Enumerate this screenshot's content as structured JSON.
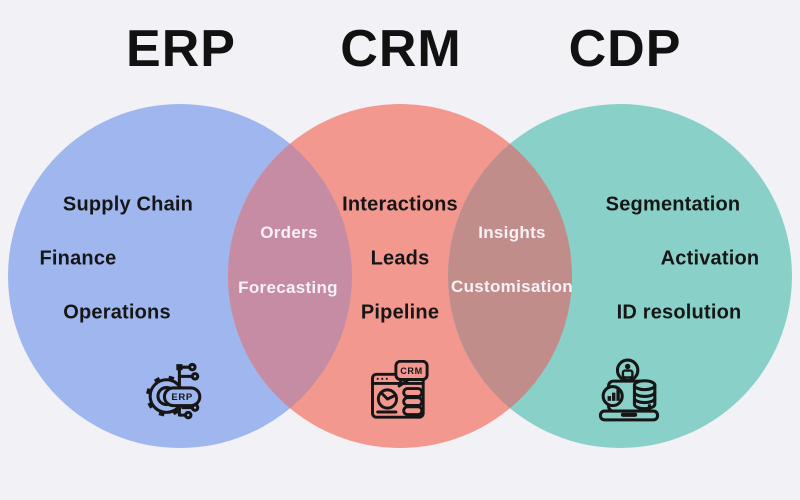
{
  "background_color": "#f2f2f6",
  "venn": {
    "sets": [
      {
        "title": "ERP",
        "circle_color": "#9fb6ee",
        "items": [
          "Supply Chain",
          "Finance",
          "Operations"
        ],
        "icon": "erp-gear-circuit-icon",
        "icon_label": "ERP"
      },
      {
        "title": "CRM",
        "circle_color": "#f2988f",
        "items": [
          "Interactions",
          "Leads",
          "Pipeline"
        ],
        "icon": "crm-browser-bubble-icon",
        "icon_label": "CRM"
      },
      {
        "title": "CDP",
        "circle_color": "#89d1c8",
        "items": [
          "Segmentation",
          "Activation",
          "ID resolution"
        ],
        "icon": "cdp-laptop-database-icon",
        "icon_label": ""
      }
    ],
    "overlaps": [
      {
        "between": "ERP-CRM",
        "color": "#c58ca3",
        "items": [
          "Orders",
          "Forecasting"
        ]
      },
      {
        "between": "CRM-CDP",
        "color": "#c08d8b",
        "items": [
          "Insights",
          "Customisation"
        ]
      }
    ],
    "title_text_color": "#111111",
    "item_text_color": "#161616",
    "overlap_text_color": "#f8f1f6",
    "icon_stroke_color": "#161616"
  }
}
